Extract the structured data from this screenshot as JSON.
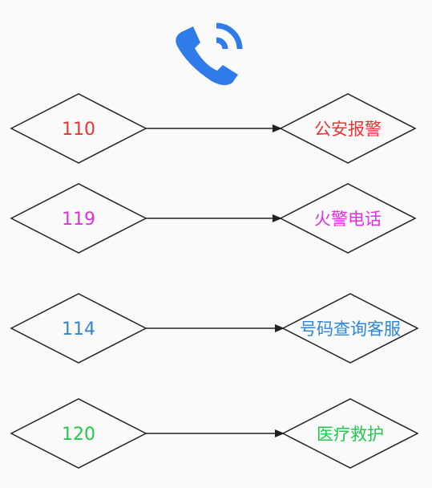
{
  "icon": {
    "name": "phone-call-icon",
    "color": "#2f7bea"
  },
  "rows": [
    {
      "number": "110",
      "service": "公安报警",
      "color": "#ee3333"
    },
    {
      "number": "119",
      "service": "火警电话",
      "color": "#e32ee3"
    },
    {
      "number": "114",
      "service": "号码查询客服",
      "color": "#2d86d8"
    },
    {
      "number": "120",
      "service": "医疗救护",
      "color": "#22c94a"
    }
  ],
  "stroke_color": "#222222"
}
